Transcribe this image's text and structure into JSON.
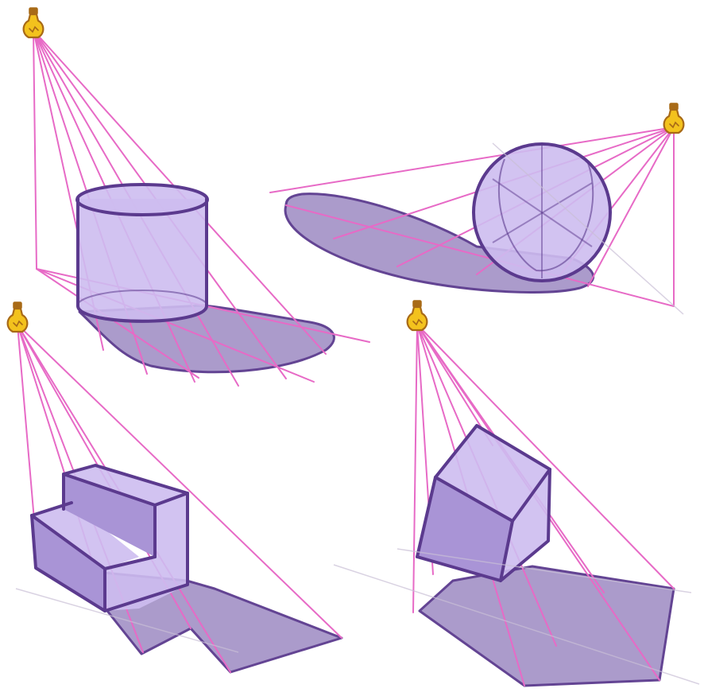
{
  "colors": {
    "ray": "#e76ac6",
    "ink": "#5b3a8e",
    "face": "#cdbcf0",
    "face_dark": "#a994d6",
    "shadow": "#a796c9",
    "bulb": "#f3c21d",
    "bulb_outline": "#a86a17",
    "cork": "#a86a17"
  },
  "panels": [
    {
      "name": "cylinder-cast-shadow",
      "light": "light-bulb-icon",
      "object": "cylinder"
    },
    {
      "name": "sphere-cast-shadow",
      "light": "light-bulb-icon",
      "object": "sphere"
    },
    {
      "name": "steps-cast-shadow",
      "light": "light-bulb-icon",
      "object": "stepped-block"
    },
    {
      "name": "tilted-cube-cast-shadow",
      "light": "light-bulb-icon",
      "object": "cube"
    }
  ]
}
